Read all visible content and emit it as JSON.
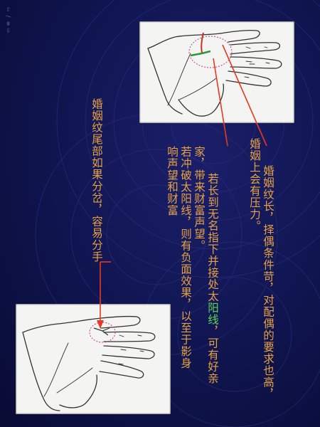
{
  "nav": {
    "icons": [
      "prev-icon",
      "edit-icon",
      "menu-icon",
      "next-icon"
    ],
    "glyphs": [
      "⇦",
      "∕",
      "≡",
      "⇨"
    ]
  },
  "annotations": {
    "a1_line1": "婚姻纹长，择偶条件苛，对配偶的要求也高，",
    "a1_line2": "婚姻上会有压力。",
    "a2_line1a": "若长到无名指下并接处太",
    "a2_line1b": "阳线",
    "a2_line1c": "，可有好亲",
    "a2_line2": "家，带来财富声望。",
    "a2_line3": "若冲破太阳线，则有负面效果，以至于影身",
    "a2_line4": "响声望和财富",
    "a3_line1": "婚姻纹尾部如果分岔，容易分手"
  },
  "colors": {
    "text": "#e7a243",
    "highlight": "#5ed84d",
    "arrow": "#e63a1f",
    "background": "#111653"
  }
}
